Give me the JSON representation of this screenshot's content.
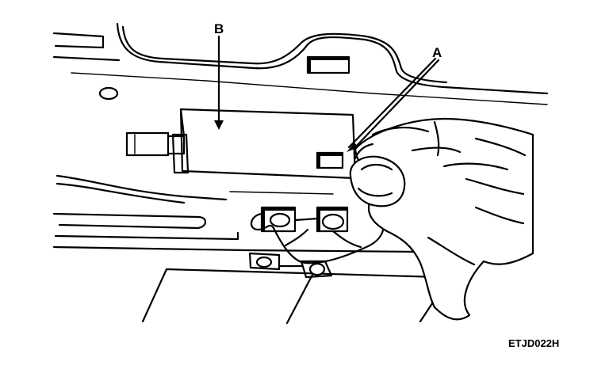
{
  "callouts": {
    "a": "A",
    "b": "B"
  },
  "figure_code": "ETJD022H"
}
